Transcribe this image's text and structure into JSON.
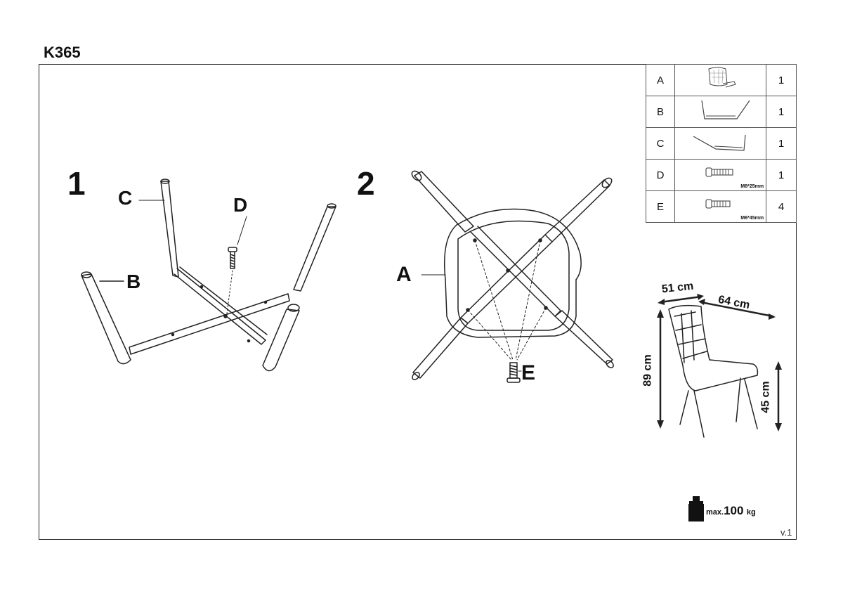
{
  "title": "K365",
  "version": "v.1",
  "parts": [
    {
      "letter": "A",
      "spec": "",
      "qty": "1",
      "icon": "seat-icon"
    },
    {
      "letter": "B",
      "spec": "",
      "qty": "1",
      "icon": "leg-frame-b-icon"
    },
    {
      "letter": "C",
      "spec": "",
      "qty": "1",
      "icon": "leg-frame-c-icon"
    },
    {
      "letter": "D",
      "spec": "M8*25mm",
      "qty": "1",
      "icon": "bolt-d-icon"
    },
    {
      "letter": "E",
      "spec": "M6*45mm",
      "qty": "4",
      "icon": "bolt-e-icon"
    }
  ],
  "steps": {
    "step1": {
      "number": "1",
      "label_c": "C",
      "label_b": "B",
      "label_d": "D"
    },
    "step2": {
      "number": "2",
      "label_a": "A",
      "label_e": "E"
    }
  },
  "dimensions": {
    "depth": "51 cm",
    "width": "64 cm",
    "height": "89 cm",
    "seat_height": "45 cm"
  },
  "max_load": {
    "prefix": "max.",
    "value": "100",
    "unit": "kg"
  }
}
